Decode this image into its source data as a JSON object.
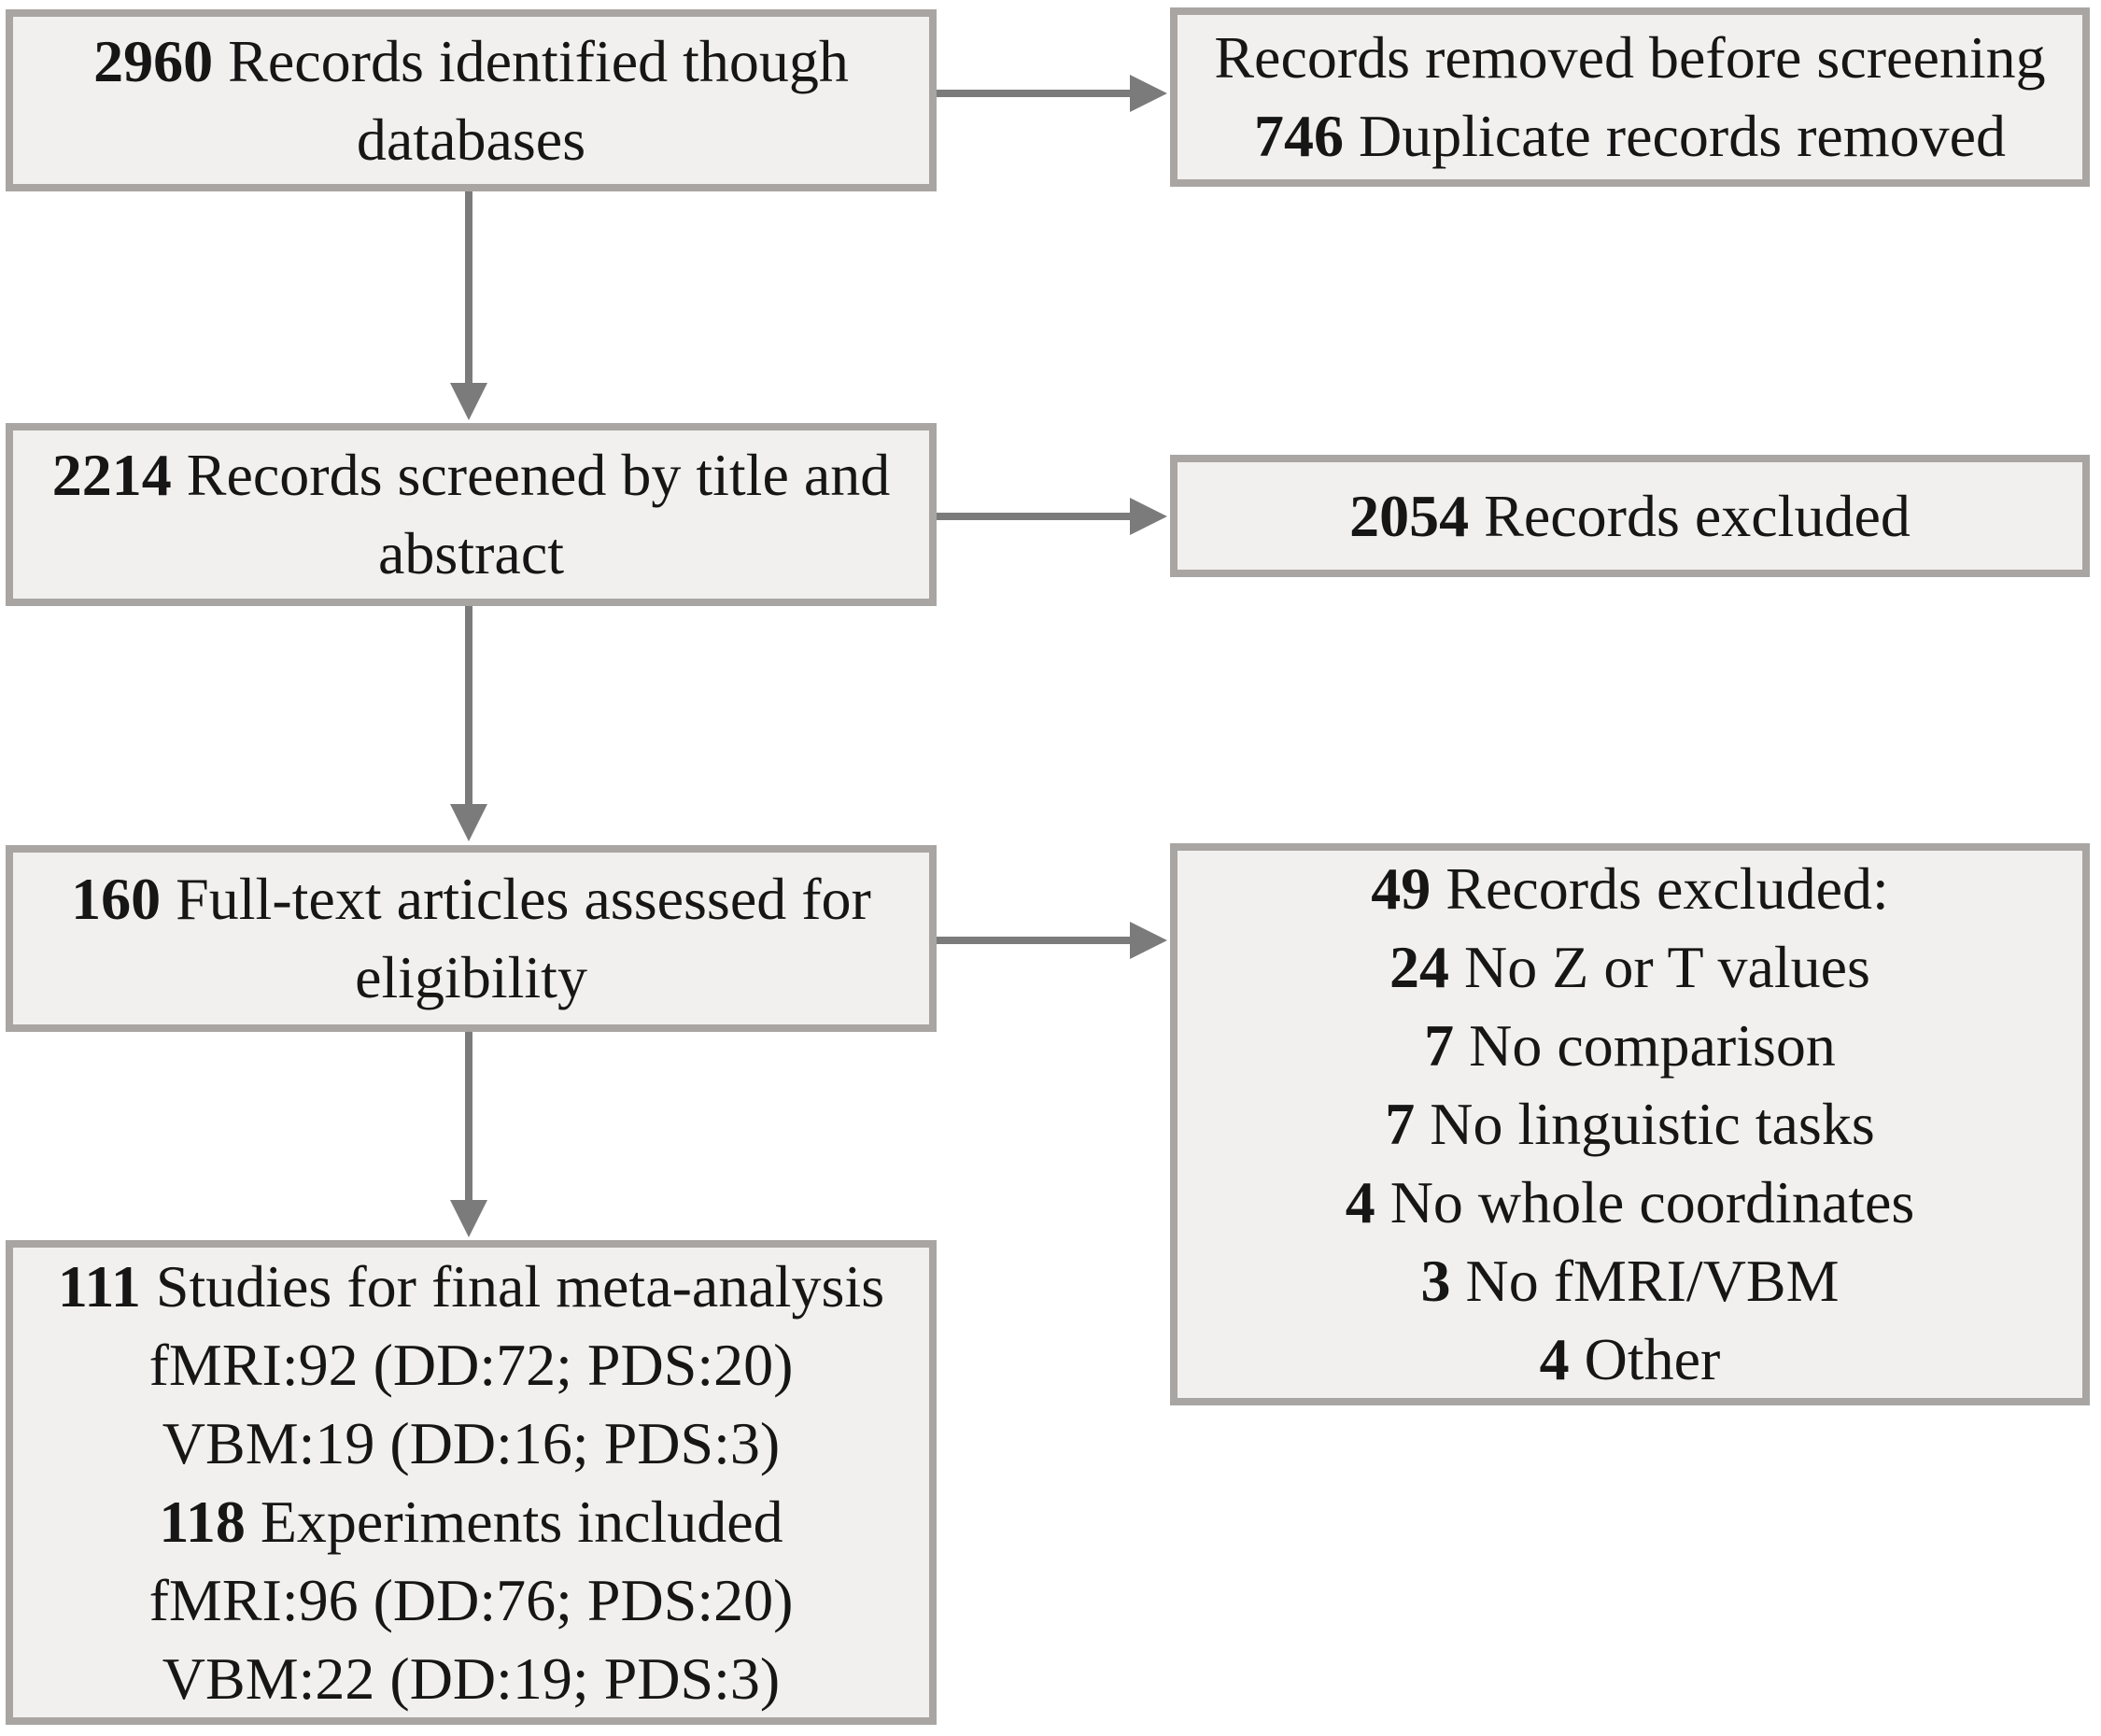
{
  "diagram": {
    "title": "Study selection flow diagram",
    "colors": {
      "box_fill": "#f1f0ee",
      "box_border": "#a9a5a2",
      "arrow": "#7b7b7b",
      "text": "#161616",
      "background": "#ffffff"
    },
    "boxes": {
      "identified": {
        "lines": [
          {
            "num": "2960",
            "text": " Records identified though databases"
          }
        ]
      },
      "removed_before_screening": {
        "lines": [
          {
            "num": "",
            "text": "Records removed before screening"
          },
          {
            "num": "746",
            "text": " Duplicate records removed"
          }
        ]
      },
      "screened": {
        "lines": [
          {
            "num": "2214",
            "text": " Records screened by title and abstract"
          }
        ]
      },
      "records_excluded": {
        "lines": [
          {
            "num": "2054",
            "text": " Records excluded"
          }
        ]
      },
      "fulltext": {
        "lines": [
          {
            "num": "160",
            "text": " Full-text articles assessed for eligibility"
          }
        ]
      },
      "excluded_reasons": {
        "lines": [
          {
            "num": "49",
            "text": " Records excluded:"
          },
          {
            "num": "24",
            "text": " No Z or T values"
          },
          {
            "num": "7",
            "text": " No comparison"
          },
          {
            "num": "7",
            "text": " No linguistic tasks"
          },
          {
            "num": "4",
            "text": " No whole coordinates"
          },
          {
            "num": "3",
            "text": " No fMRI/VBM"
          },
          {
            "num": "4",
            "text": " Other"
          }
        ]
      },
      "final_analysis": {
        "lines": [
          {
            "num": "111",
            "text": " Studies for final meta-analysis"
          },
          {
            "num": "",
            "text": "fMRI:92 (DD:72; PDS:20)"
          },
          {
            "num": "",
            "text": "VBM:19 (DD:16; PDS:3)"
          },
          {
            "num": "118",
            "text": " Experiments included"
          },
          {
            "num": "",
            "text": "fMRI:96 (DD:76; PDS:20)"
          },
          {
            "num": "",
            "text": "VBM:22 (DD:19; PDS:3)"
          }
        ]
      }
    }
  }
}
